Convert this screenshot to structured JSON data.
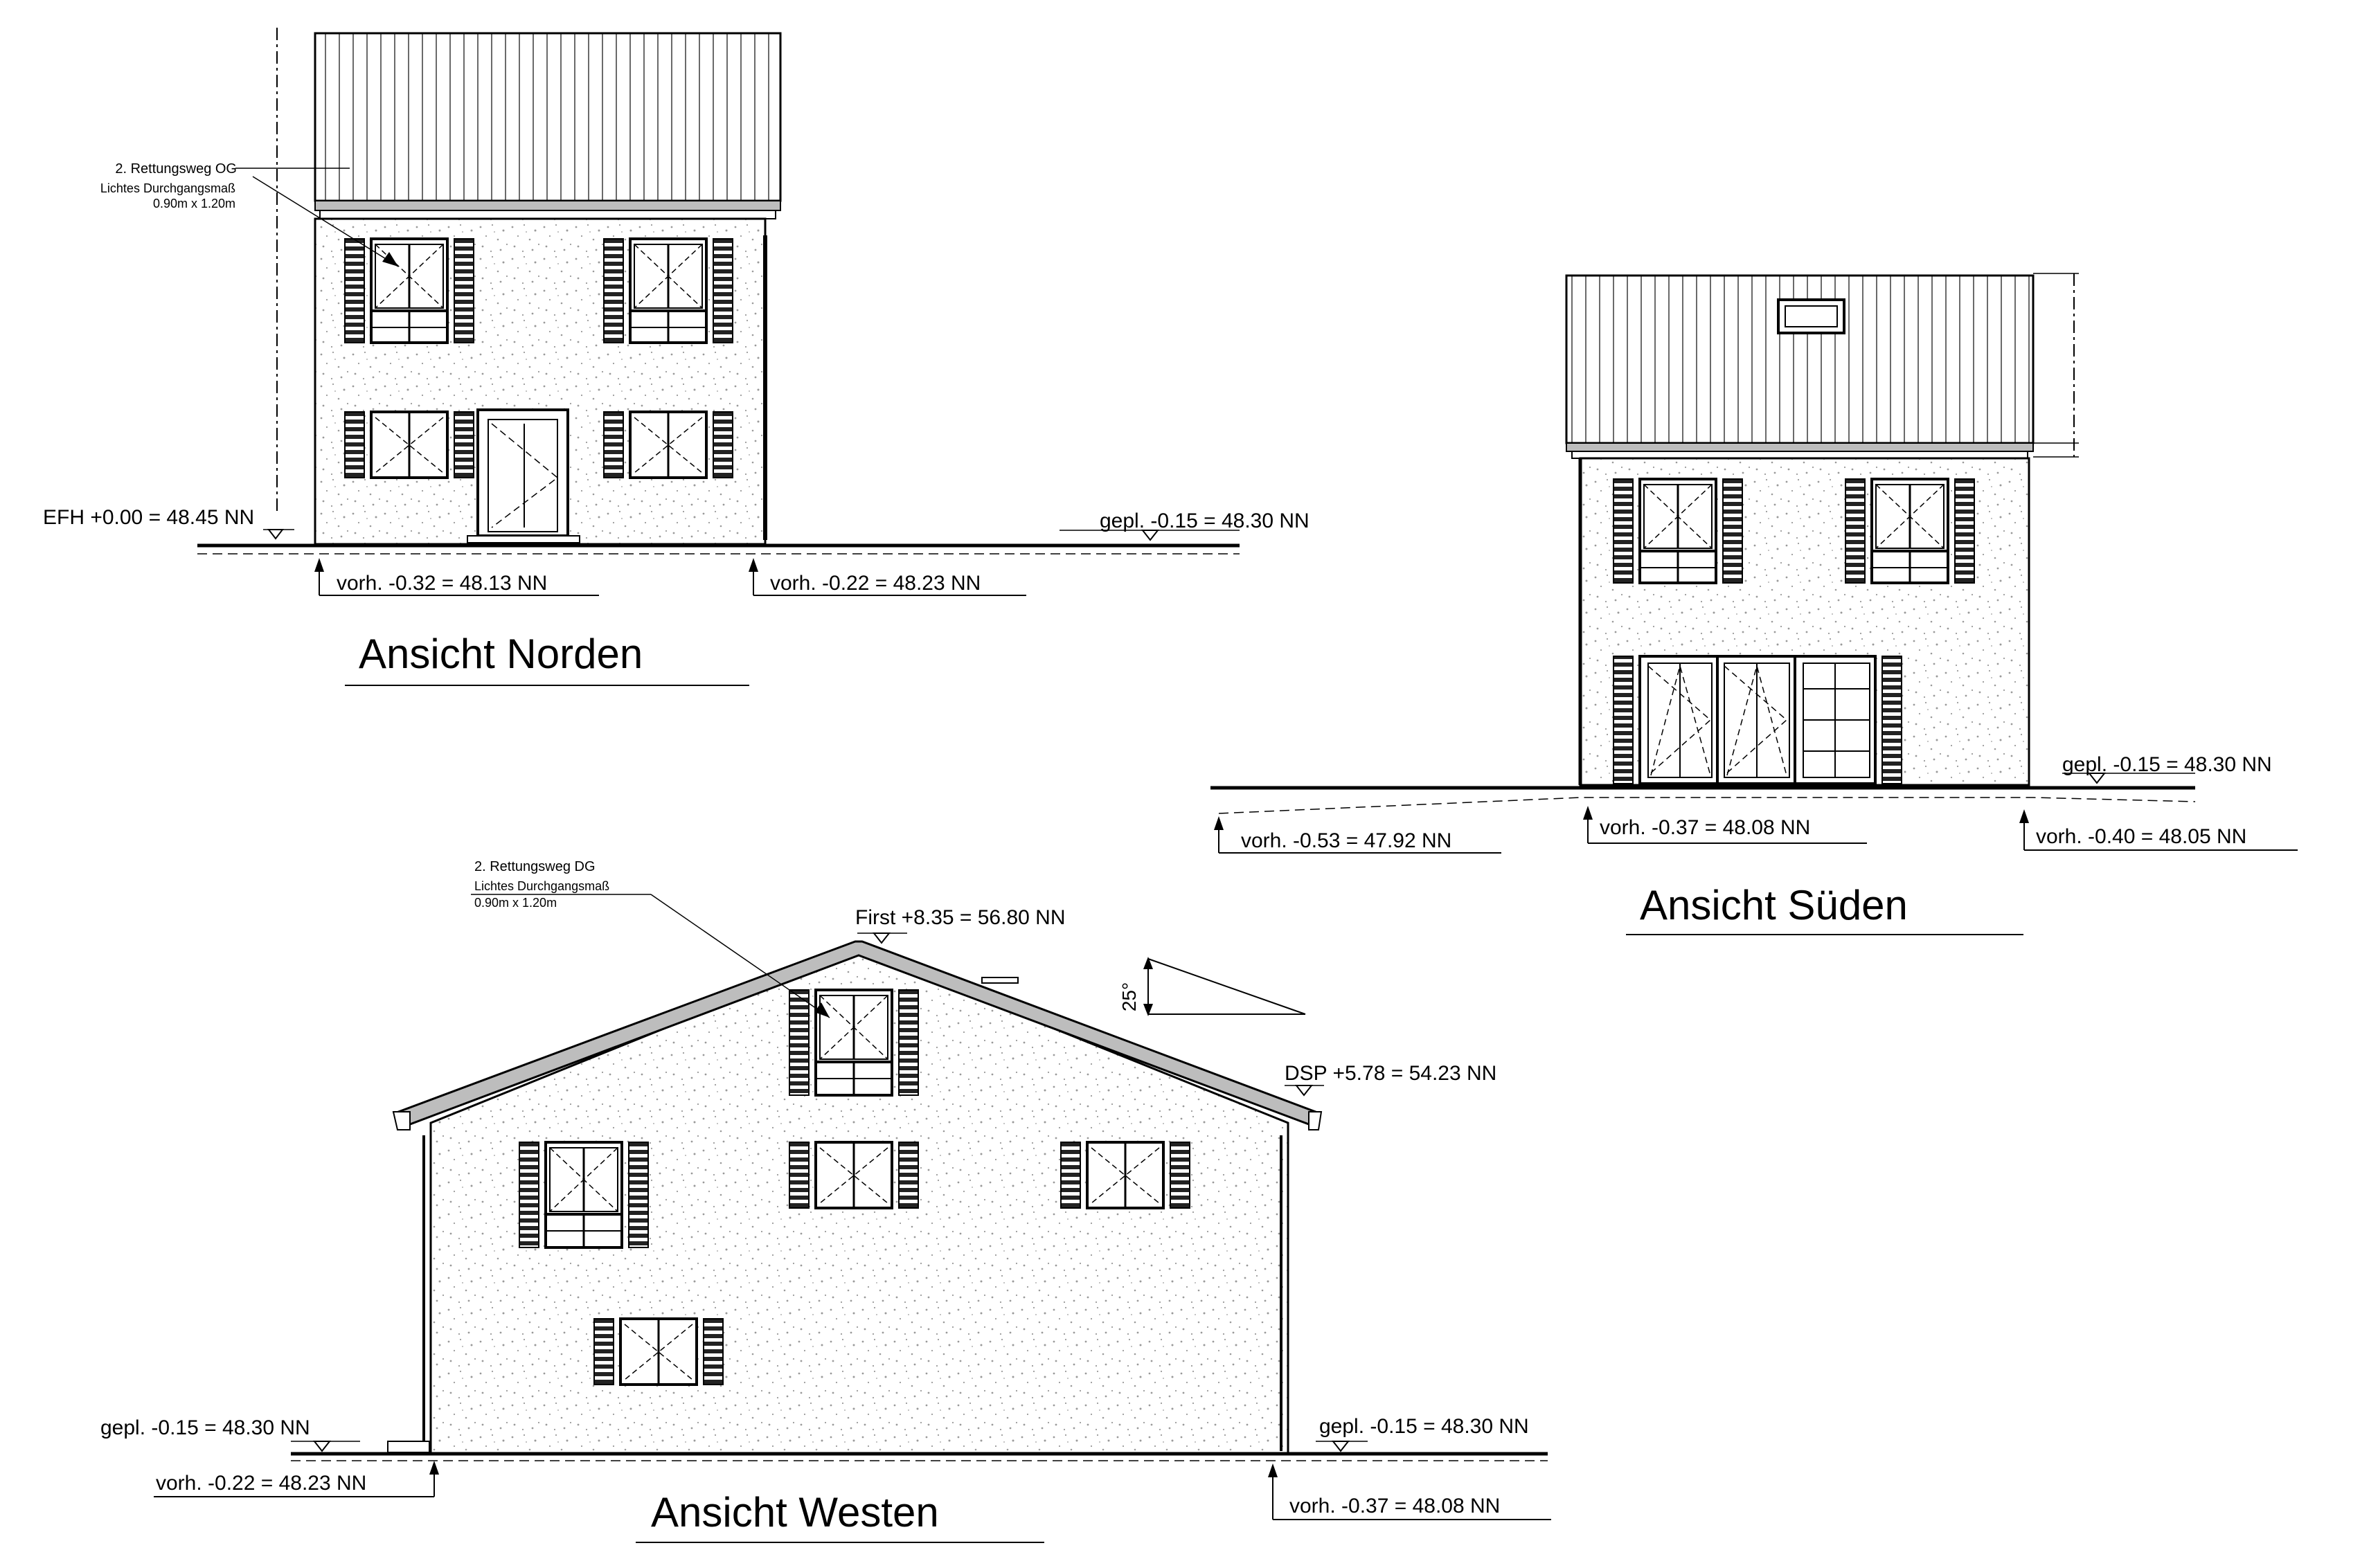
{
  "views": {
    "north": {
      "title": "Ansicht Norden",
      "rescue_title": "2. Rettungsweg OG",
      "rescue_line1": "Lichtes Durchgangsmaß",
      "rescue_line2": "0.90m x 1.20m",
      "efh": "EFH +0.00 = 48.45 NN",
      "gepl": "gepl. -0.15 = 48.30 NN",
      "vorh_left": "vorh. -0.32 = 48.13 NN",
      "vorh_right": "vorh. -0.22 = 48.23 NN"
    },
    "south": {
      "title": "Ansicht Süden",
      "gepl": "gepl. -0.15 = 48.30 NN",
      "vorh_left": "vorh. -0.53 = 47.92 NN",
      "vorh_mid": "vorh. -0.37 = 48.08 NN",
      "vorh_right": "vorh. -0.40 = 48.05 NN"
    },
    "west": {
      "title": "Ansicht Westen",
      "rescue_title": "2. Rettungsweg DG",
      "rescue_line1": "Lichtes Durchgangsmaß",
      "rescue_line2": "0.90m x 1.20m",
      "first": "First +8.35 = 56.80 NN",
      "dsp": "DSP +5.78 = 54.23 NN",
      "angle": "25°",
      "gepl_left": "gepl. -0.15 = 48.30 NN",
      "gepl_right": "gepl. -0.15 = 48.30 NN",
      "vorh_left": "vorh. -0.22 = 48.23 NN",
      "vorh_right": "vorh. -0.37 = 48.08 NN"
    }
  },
  "colors": {
    "line": "#000000",
    "roof": "#ffffff",
    "wall": "#ffffff",
    "fascia": "#bdbdbd",
    "speckle": "#9a9a9a"
  }
}
